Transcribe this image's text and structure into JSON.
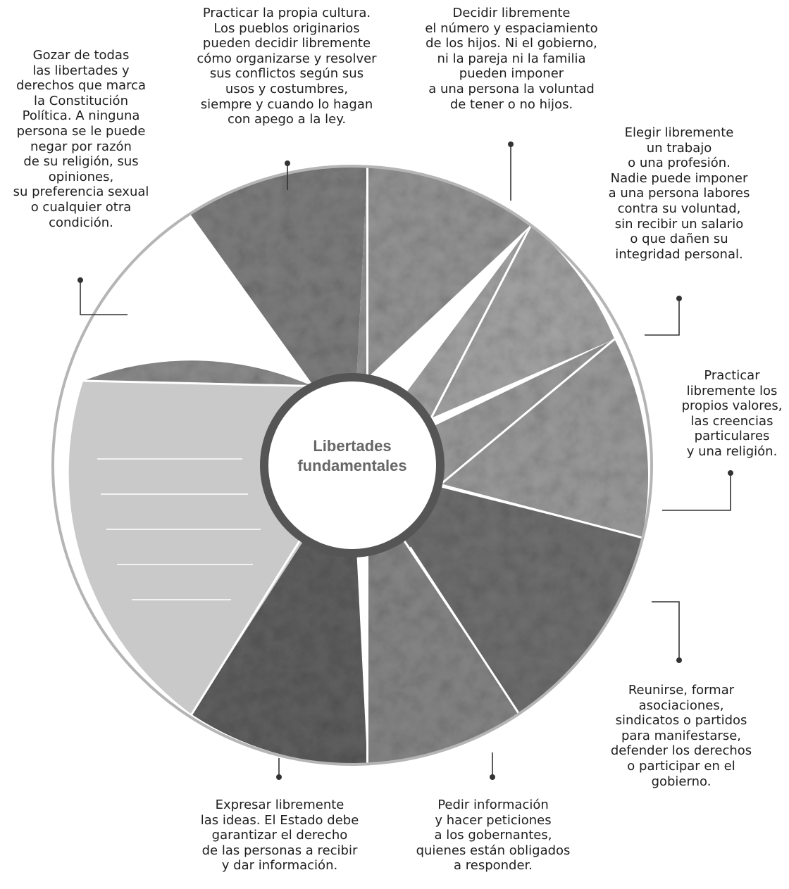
{
  "center_label": "Libertades\nfundamentales",
  "segments": [
    {
      "id": "teens-sitting",
      "kind": "photo",
      "caption": "Gozar de todas\nlas libertades y\nderechos que marca\nla Constitución\nPolítica. A ninguna\npersona se le puede\nnegar por razón\nde su religión, sus\nopiniones,\nsu preferencia sexual\no cualquier otra\ncondición."
    },
    {
      "id": "indigenous-culture",
      "kind": "photo",
      "caption": "Practicar la propia cultura.\nLos pueblos originarios\npueden decidir libremente\ncómo organizarse y resolver\nsus conflictos según sus\nusos y costumbres,\nsiempre y cuando lo hagan\ncon apego a la ley."
    },
    {
      "id": "family-group",
      "kind": "photo",
      "caption": "Decidir libremente\nel número y espaciamiento\nde los hijos. Ni el gobierno,\nni la pareja ni la familia\npueden imponer\na una persona la voluntad\nde tener o no hijos."
    },
    {
      "id": "woman-sewing",
      "kind": "photo",
      "caption": "Elegir libremente\nun trabajo\no una profesión.\nNadie puede imponer\na una persona labores\ncontra su voluntad,\nsin recibir un salario\no que dañen su\nintegridad personal."
    },
    {
      "id": "woman-praying",
      "kind": "photo",
      "caption": "Practicar\nlibremente los\npropios valores,\nlas creencias\nparticulares\ny una religión."
    },
    {
      "id": "crowd-meeting",
      "kind": "photo",
      "caption": "Reunirse, formar\nasociaciones,\nsindicatos o partidos\npara manifestarse,\ndefender los derechos\no participar en el\ngobierno."
    },
    {
      "id": "man-speaking-audience",
      "kind": "photo",
      "caption": "Pedir información\ny hacer peticiones\na los gobernantes,\nquienes están obligados\na responder."
    },
    {
      "id": "boy-microphone",
      "kind": "photo",
      "caption": "Expresar libremente\nlas ideas. El Estado debe\ngarantizar el derecho\nde las personas a recibir\ny dar información."
    },
    {
      "id": "blank-writing-lines",
      "kind": "blank",
      "caption": ""
    }
  ]
}
